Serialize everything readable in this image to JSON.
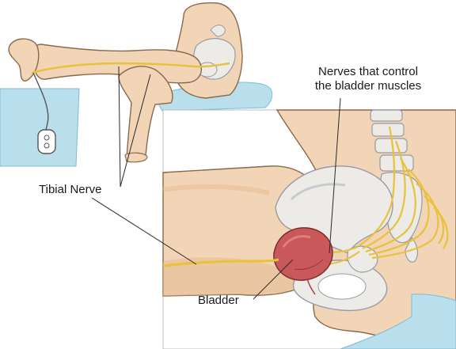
{
  "labels": {
    "tibial_nerve": "Tibial Nerve",
    "nerves_line1": "Nerves that control",
    "nerves_line2": "the bladder muscles",
    "bladder": "Bladder"
  },
  "colors": {
    "skin": "#f2d4b6",
    "skin_shadow": "#e3b993",
    "outline": "#8a6a4a",
    "nerve": "#e8c23a",
    "bone": "#ecebe8",
    "bone_shadow": "#c9c9cf",
    "bladder": "#c9585a",
    "bed": "#b9dfec",
    "bed_shadow": "#9ccfe2",
    "leader": "#2a2a2a"
  }
}
